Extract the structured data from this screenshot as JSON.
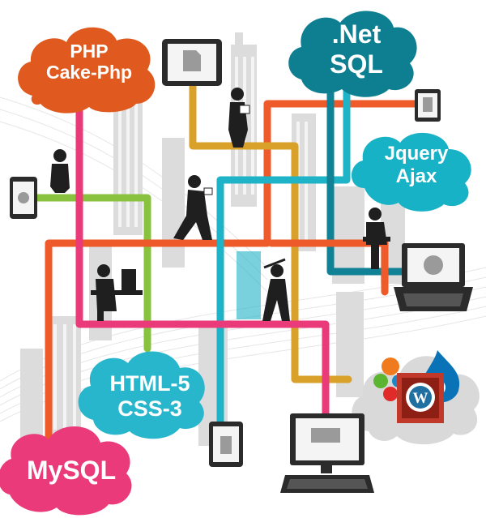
{
  "clouds": {
    "php": {
      "line1": "PHP",
      "line2": "Cake-Php",
      "color": "#e05a1f"
    },
    "dotnet": {
      "line1": ".Net",
      "line2": "SQL",
      "color": "#0e7f91"
    },
    "jquery": {
      "line1": "Jquery",
      "line2": "Ajax",
      "color": "#18b2c6"
    },
    "html": {
      "line1": "HTML-5",
      "line2": "CSS-3",
      "color": "#27b6cc"
    },
    "mysql": {
      "line1": "MySQL",
      "color": "#ea3a79"
    },
    "cms": {
      "logos": [
        "joomla-logo",
        "wordpress-logo",
        "drupal-logo"
      ],
      "color": "#d9d9d9"
    }
  },
  "pipes": {
    "pink": "#ea3a79",
    "orange": "#ee5a2a",
    "teal": "#1fb3c7",
    "green": "#88c23f",
    "gold": "#d9a12a",
    "darkteal": "#118296"
  },
  "devices": [
    "tablet-icon",
    "phone-video-icon",
    "tablet-small-icon",
    "laptop-globe-icon",
    "tablet-bottom-icon",
    "desktop-computer-icon"
  ],
  "people": [
    "person-reading",
    "person-walking",
    "person-phone",
    "person-desk-computer",
    "person-laptop",
    "person-painting"
  ]
}
